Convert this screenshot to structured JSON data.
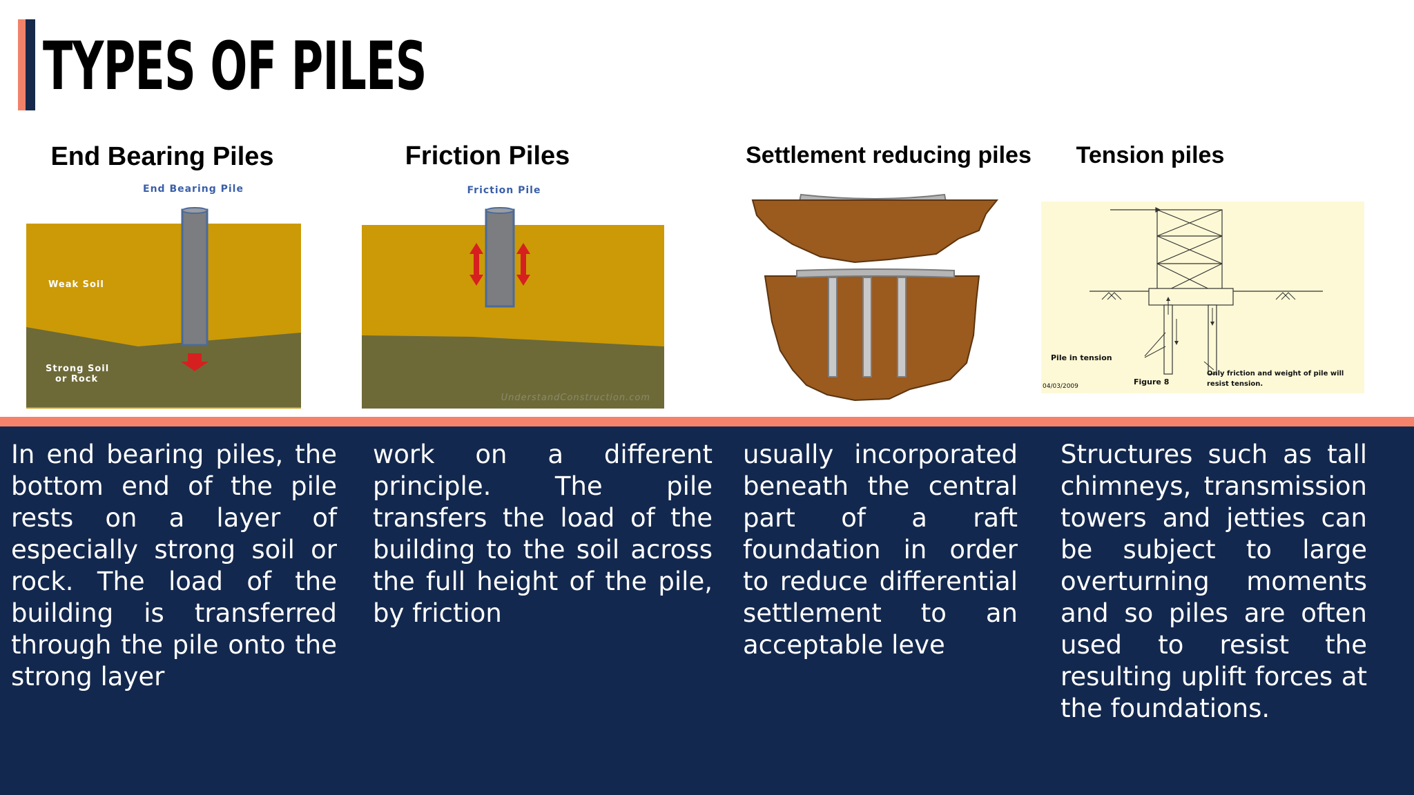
{
  "slide": {
    "title": "TYPES OF PILES",
    "colors": {
      "accent_orange": "#f5826a",
      "panel_navy": "#13284e",
      "title_bar_navy": "#16294a"
    }
  },
  "columns": [
    {
      "heading": "End Bearing Piles",
      "figure": {
        "caption": "End Bearing Pile",
        "labels": [
          "Weak Soil",
          "Strong Soil",
          "or Rock"
        ],
        "icons": [
          "pile-icon",
          "down-arrow-icon"
        ]
      },
      "text": "In end bearing piles, the bottom end of the pile rests on a layer of especially strong soil or rock. The load of the building is transferred through the pile onto the strong layer"
    },
    {
      "heading": "Friction Piles",
      "figure": {
        "caption": "Friction Pile",
        "watermark": "UnderstandConstruction.com",
        "icons": [
          "pile-icon",
          "double-arrow-icon"
        ]
      },
      "text": "work on a different principle. The pile transfers the load of the building to the soil across the full height of the pile, by friction"
    },
    {
      "heading": "Settlement reducing piles",
      "figure": {
        "icons": [
          "raft-foundation-icon",
          "soil-mass-icon"
        ]
      },
      "text": "usually incorporated beneath the central part of a raft foundation in order to reduce differential settlement to an acceptable leve"
    },
    {
      "heading": "Tension piles",
      "figure": {
        "labels": {
          "pile_in_tension": "Pile in tension",
          "figure_label": "Figure 8",
          "date": "04/03/2009",
          "note_line1": "Only friction and weight of pile  will",
          "note_line2": "resist tension."
        },
        "icons": [
          "tower-icon"
        ]
      },
      "text": "Structures such as tall chimneys, transmission towers and jetties can be subject to large overturning moments and so piles are often used to resist the resulting uplift forces at the foundations."
    }
  ]
}
